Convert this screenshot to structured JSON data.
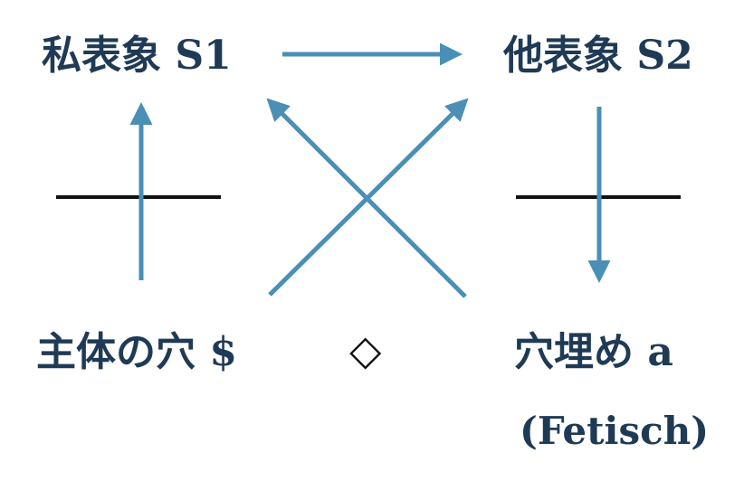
{
  "labels": {
    "top_left": "私表象 S1",
    "top_right": "他表象 S2",
    "bottom_left": "主体の穴 $",
    "bottom_middle": "◇",
    "bottom_right": "穴埋め a",
    "bottom_right_note": "(Fetisch)"
  },
  "colors": {
    "arrow": "#4a8fb5",
    "bar": "#111111",
    "text": "#1f3a55"
  }
}
